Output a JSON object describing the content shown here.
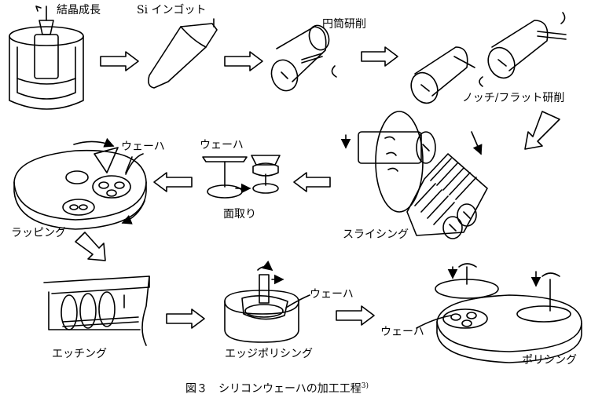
{
  "labels": {
    "crystal_growth": "結晶成長",
    "si_ingot": "Si インゴット",
    "cylinder_grinding": "円筒研削",
    "notch_flat_grinding": "ノッチ/フラット研削",
    "slicing": "スライシング",
    "chamfering": "面取り",
    "wafer_chamfer": "ウェーハ",
    "wafer_lapping": "ウェーハ",
    "lapping": "ラッピング",
    "etching": "エッチング",
    "edge_polishing": "エッジポリシング",
    "wafer_edge": "ウェーハ",
    "wafer_polish": "ウェーハ",
    "polishing": "ポリシング"
  },
  "caption": {
    "text": "図３　シリコンウェーハの加工工程",
    "ref": "3)"
  }
}
